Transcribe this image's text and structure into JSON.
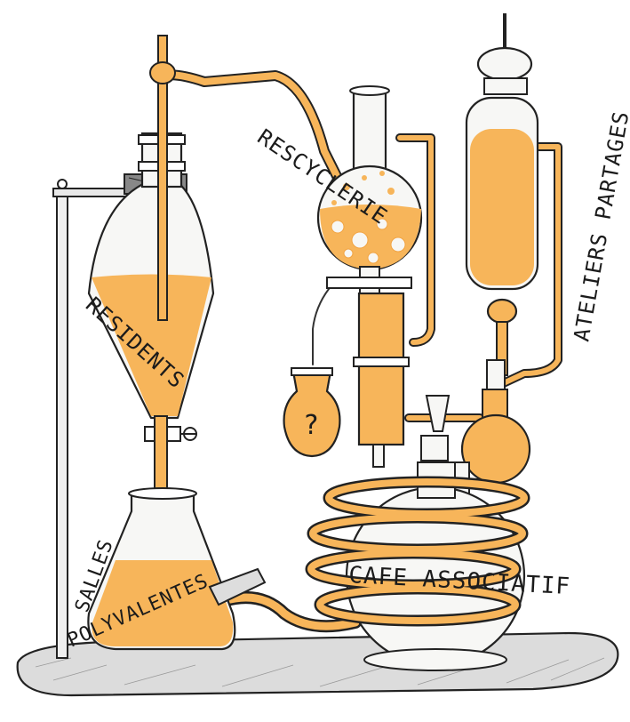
{
  "colors": {
    "liquid": "#f7b55a",
    "liquid_dark": "#f2a443",
    "ink": "#222222",
    "glass": "#f7f7f5",
    "base": "#dcdcdc"
  },
  "labels": {
    "rescyclerie": "RESCYCLERIE",
    "ateliers": "ATELIERS PARTAGES",
    "residents": "RESIDENTS",
    "question": "?",
    "salles_line1": "SALLES",
    "salles_line2": "POLYVALENTES",
    "cafe": "CAFE ASSOCIATIF"
  }
}
